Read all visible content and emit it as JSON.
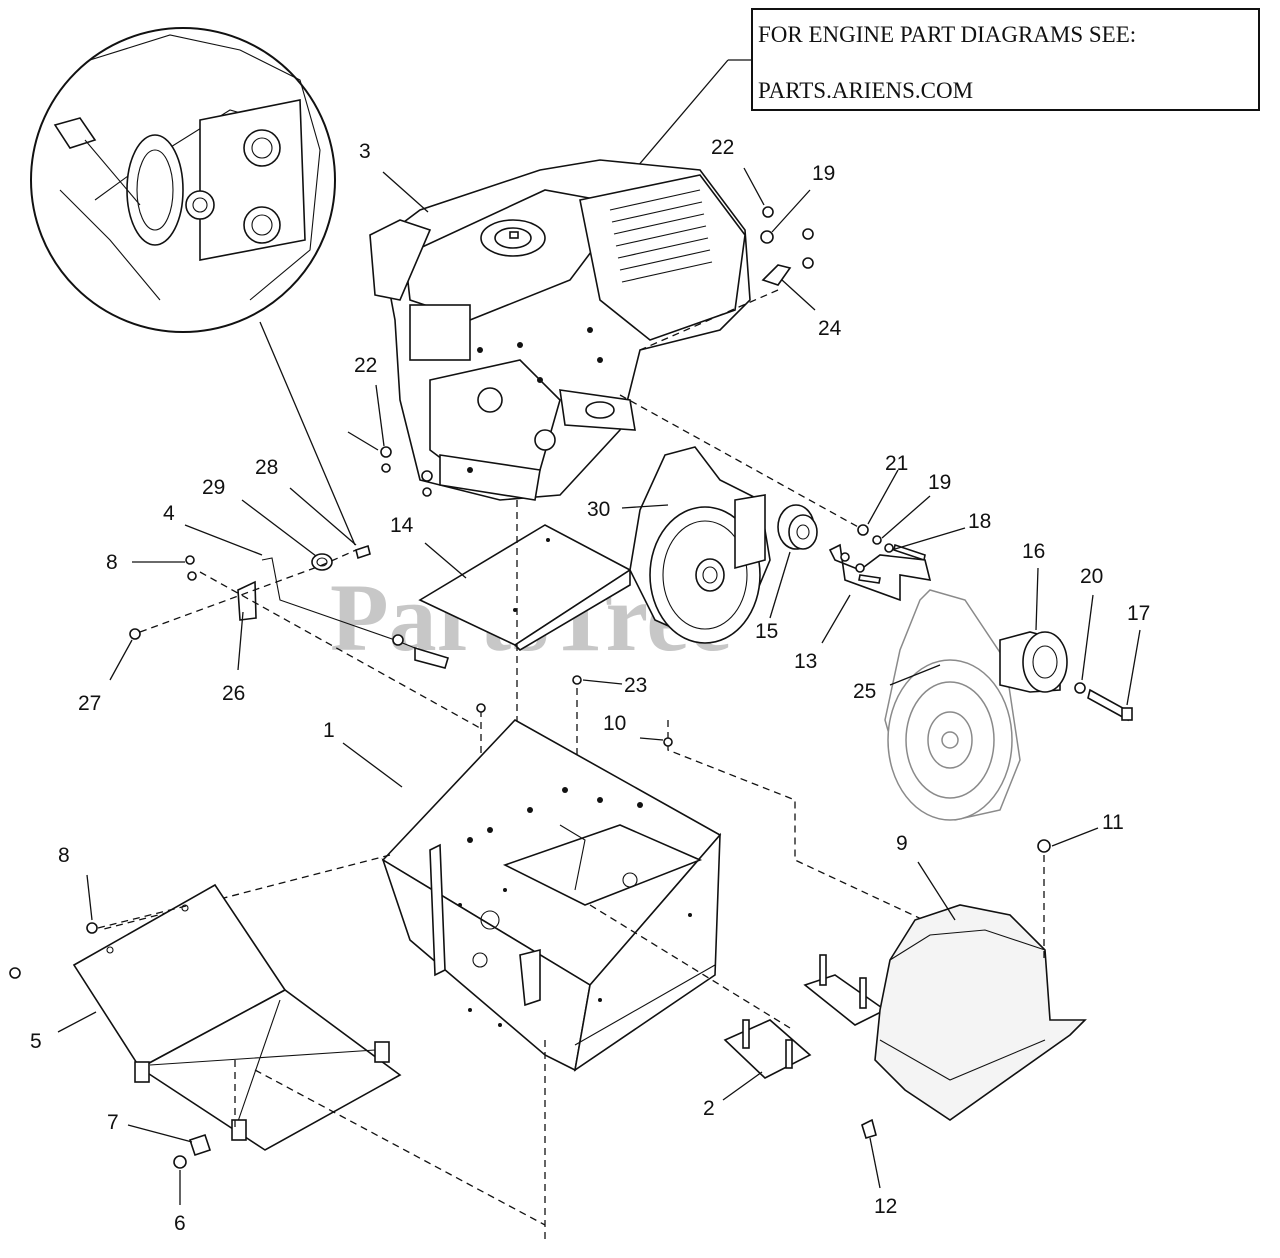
{
  "note": {
    "line1": "FOR ENGINE PART DIAGRAMS SEE:",
    "line2": "PARTS.ARIENS.COM"
  },
  "watermark": "PartsTree",
  "callouts": [
    {
      "id": "3",
      "label": "3"
    },
    {
      "id": "22a",
      "label": "22"
    },
    {
      "id": "19a",
      "label": "19"
    },
    {
      "id": "24",
      "label": "24"
    },
    {
      "id": "22b",
      "label": "22"
    },
    {
      "id": "28",
      "label": "28"
    },
    {
      "id": "29",
      "label": "29"
    },
    {
      "id": "4",
      "label": "4"
    },
    {
      "id": "8a",
      "label": "8"
    },
    {
      "id": "27",
      "label": "27"
    },
    {
      "id": "26",
      "label": "26"
    },
    {
      "id": "14",
      "label": "14"
    },
    {
      "id": "30",
      "label": "30"
    },
    {
      "id": "15",
      "label": "15"
    },
    {
      "id": "21",
      "label": "21"
    },
    {
      "id": "19b",
      "label": "19"
    },
    {
      "id": "18",
      "label": "18"
    },
    {
      "id": "13",
      "label": "13"
    },
    {
      "id": "16",
      "label": "16"
    },
    {
      "id": "20",
      "label": "20"
    },
    {
      "id": "17",
      "label": "17"
    },
    {
      "id": "25",
      "label": "25"
    },
    {
      "id": "23",
      "label": "23"
    },
    {
      "id": "1",
      "label": "1"
    },
    {
      "id": "10",
      "label": "10"
    },
    {
      "id": "11",
      "label": "11"
    },
    {
      "id": "9",
      "label": "9"
    },
    {
      "id": "8b",
      "label": "8"
    },
    {
      "id": "5",
      "label": "5"
    },
    {
      "id": "7",
      "label": "7"
    },
    {
      "id": "6",
      "label": "6"
    },
    {
      "id": "2",
      "label": "2"
    },
    {
      "id": "12",
      "label": "12"
    }
  ]
}
